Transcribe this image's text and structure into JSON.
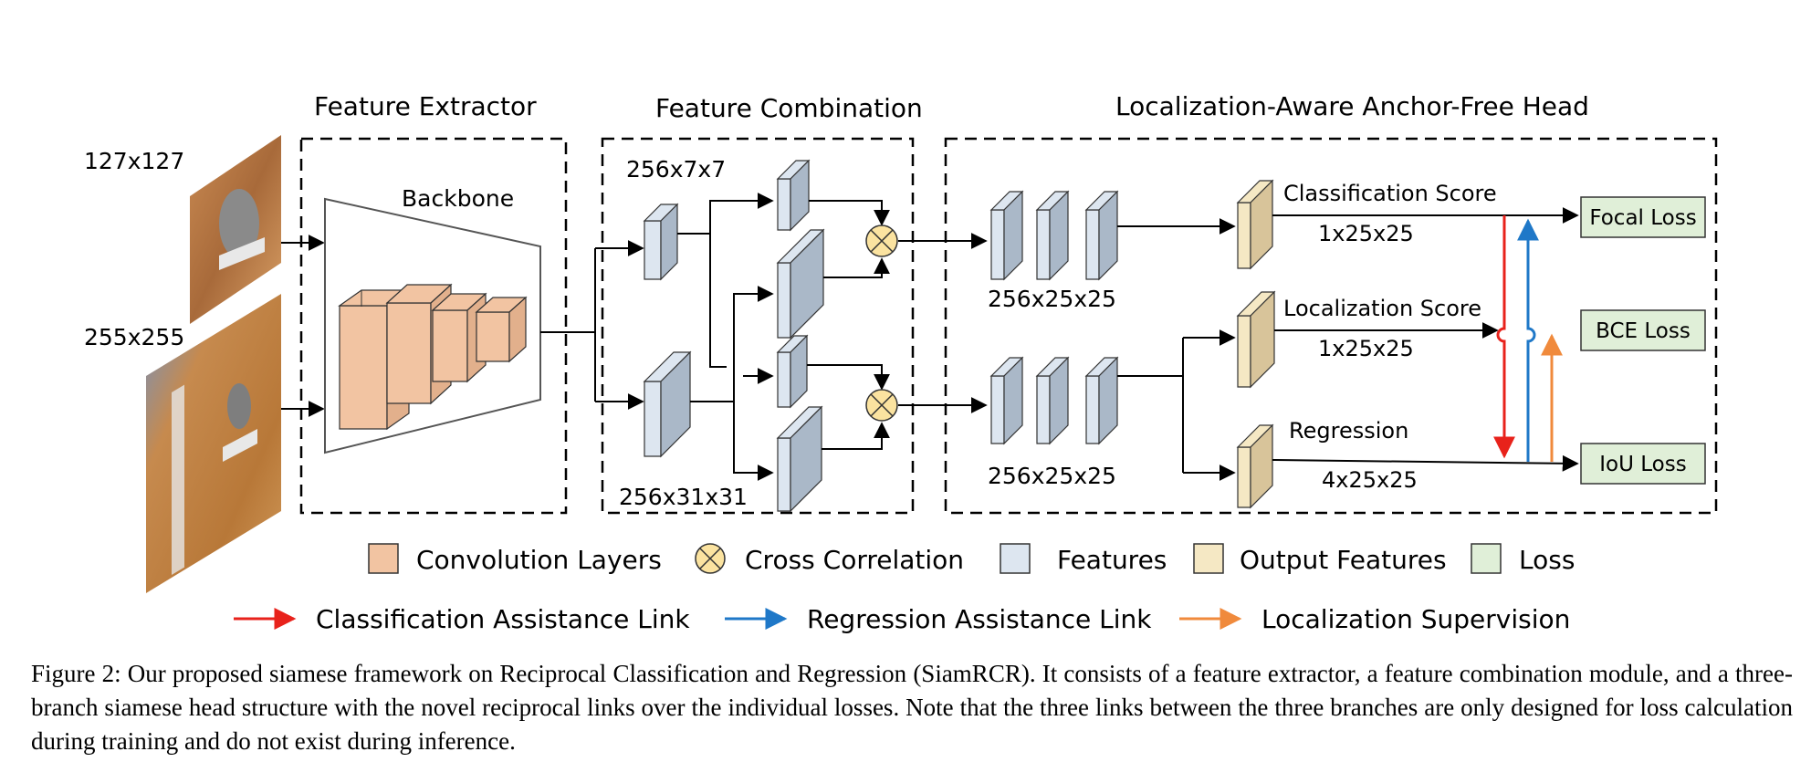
{
  "sections": {
    "feature_extractor": "Feature Extractor",
    "feature_combination": "Feature Combination",
    "head": "Localization-Aware Anchor-Free Head"
  },
  "inputs": {
    "template_size": "127x127",
    "search_size": "255x255"
  },
  "backbone_label": "Backbone",
  "combination": {
    "top_dim": "256x7x7",
    "bottom_dim": "256x31x31"
  },
  "head": {
    "top_dim": "256x25x25",
    "bottom_dim": "256x25x25",
    "cls_label": "Classification Score",
    "cls_dim": "1x25x25",
    "loc_label": "Localization Score",
    "loc_dim": "1x25x25",
    "reg_label": "Regression",
    "reg_dim": "4x25x25"
  },
  "losses": {
    "focal": "Focal Loss",
    "bce": "BCE Loss",
    "iou": "IoU Loss"
  },
  "legend": {
    "conv": "Convolution Layers",
    "xcorr": "Cross Correlation",
    "features": "Features",
    "output": "Output Features",
    "loss": "Loss",
    "cls_link": "Classification Assistance Link",
    "reg_link": "Regression Assistance Link",
    "loc_sup": "Localization Supervision"
  },
  "colors": {
    "conv": "#f2c4a2",
    "feature": "#dde6f0",
    "output": "#f5e8c4",
    "loss": "#e0efd8",
    "xcorr": "#fbe3a0",
    "cls_link": "#e8221b",
    "reg_link": "#1f78c8",
    "loc_sup": "#f08a3c"
  },
  "caption": "Figure 2: Our proposed siamese framework on Reciprocal Classification and Regression (SiamRCR). It consists of a feature extractor, a feature combination module, and a three-branch siamese head structure with the novel reciprocal links over the individual losses. Note that the three links between the three branches are only designed for loss calculation during training and do not exist during inference."
}
